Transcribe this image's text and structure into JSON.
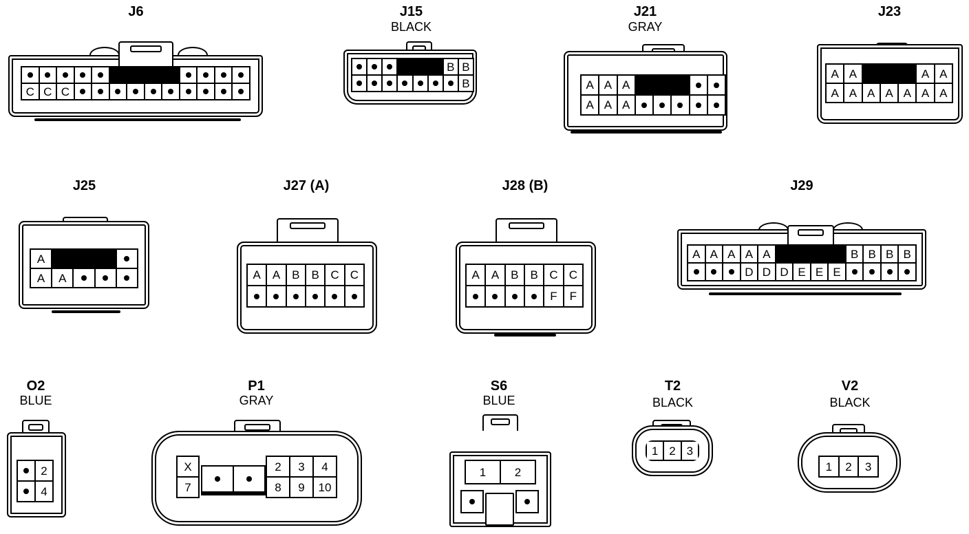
{
  "connectors": {
    "J6": {
      "label": "J6",
      "rows": [
        [
          ".",
          ".",
          ".",
          ".",
          ".",
          "",
          "",
          "",
          "",
          ".",
          ".",
          ".",
          "."
        ],
        [
          "C",
          "C",
          "C",
          ".",
          ".",
          ".",
          ".",
          ".",
          ".",
          ".",
          ".",
          ".",
          "."
        ]
      ]
    },
    "J15": {
      "label": "J15",
      "color": "BLACK",
      "rows": [
        [
          ".",
          ".",
          ".",
          "",
          "",
          "",
          "B",
          "B"
        ],
        [
          ".",
          ".",
          ".",
          ".",
          ".",
          ".",
          ".",
          "B"
        ]
      ]
    },
    "J21": {
      "label": "J21",
      "color": "GRAY",
      "rows": [
        [
          "A",
          "A",
          "A",
          "",
          "",
          "",
          ".",
          "."
        ],
        [
          "A",
          "A",
          "A",
          ".",
          ".",
          ".",
          ".",
          "."
        ]
      ]
    },
    "J23": {
      "label": "J23",
      "rows": [
        [
          "A",
          "A",
          "",
          "",
          "",
          "A",
          "A"
        ],
        [
          "A",
          "A",
          "A",
          "A",
          "A",
          "A",
          "A"
        ]
      ]
    },
    "J25": {
      "label": "J25",
      "rows": [
        [
          "A",
          "",
          "",
          "",
          "."
        ],
        [
          "A",
          "A",
          ".",
          ".",
          "."
        ]
      ]
    },
    "J27": {
      "label": "J27 (A)",
      "rows": [
        [
          "A",
          "A",
          "B",
          "B",
          "C",
          "C"
        ],
        [
          ".",
          ".",
          ".",
          ".",
          ".",
          "."
        ]
      ]
    },
    "J28": {
      "label": "J28 (B)",
      "rows": [
        [
          "A",
          "A",
          "B",
          "B",
          "C",
          "C"
        ],
        [
          ".",
          ".",
          ".",
          ".",
          "F",
          "F"
        ]
      ]
    },
    "J29": {
      "label": "J29",
      "rows": [
        [
          "A",
          "A",
          "A",
          "A",
          "A",
          "",
          "",
          "",
          "",
          "B",
          "B",
          "B",
          "B"
        ],
        [
          ".",
          ".",
          ".",
          "D",
          "D",
          "D",
          "E",
          "E",
          "E",
          ".",
          ".",
          ".",
          "."
        ]
      ]
    },
    "O2": {
      "label": "O2",
      "color": "BLUE",
      "rows": [
        [
          ".",
          "2"
        ],
        [
          ".",
          "4"
        ]
      ]
    },
    "P1": {
      "label": "P1",
      "color": "GRAY",
      "left": [
        [
          "X"
        ],
        [
          "7"
        ]
      ],
      "right": [
        [
          "2",
          "3",
          "4"
        ],
        [
          "8",
          "9",
          "10"
        ]
      ]
    },
    "S6": {
      "label": "S6",
      "color": "BLUE",
      "top": [
        "1",
        "2"
      ]
    },
    "T2": {
      "label": "T2",
      "color": "BLACK",
      "pins": [
        "1",
        "2",
        "3"
      ]
    },
    "V2": {
      "label": "V2",
      "color": "BLACK",
      "pins": [
        "1",
        "2",
        "3"
      ]
    }
  }
}
